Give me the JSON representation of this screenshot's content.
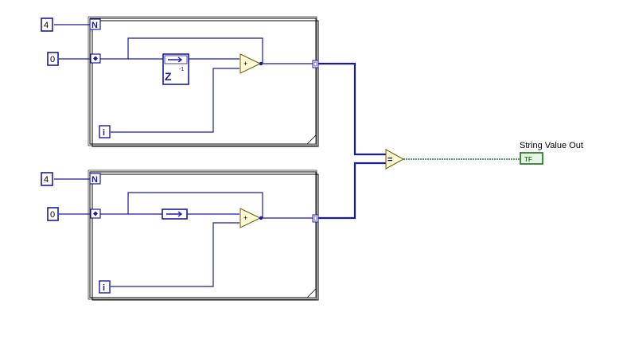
{
  "loops": [
    {
      "count_constant": "4",
      "count_terminal": "N",
      "shift_init_constant": "0",
      "iteration_terminal": "i",
      "add_symbol": "+",
      "feedback_node_label": "Z",
      "feedback_node_sublabel": "-1"
    },
    {
      "count_constant": "4",
      "count_terminal": "N",
      "shift_init_constant": "0",
      "iteration_terminal": "i",
      "add_symbol": "+"
    }
  ],
  "compare": {
    "symbol": "="
  },
  "indicator": {
    "label": "String Value Out",
    "terminal_text": "TF"
  },
  "colors": {
    "wire_int": "#1a1aa0",
    "wire_bool": "#2e7d32",
    "loop_border": "#000000",
    "node_fill": "#fffbd6",
    "bool_fill": "#e6f5e3"
  }
}
